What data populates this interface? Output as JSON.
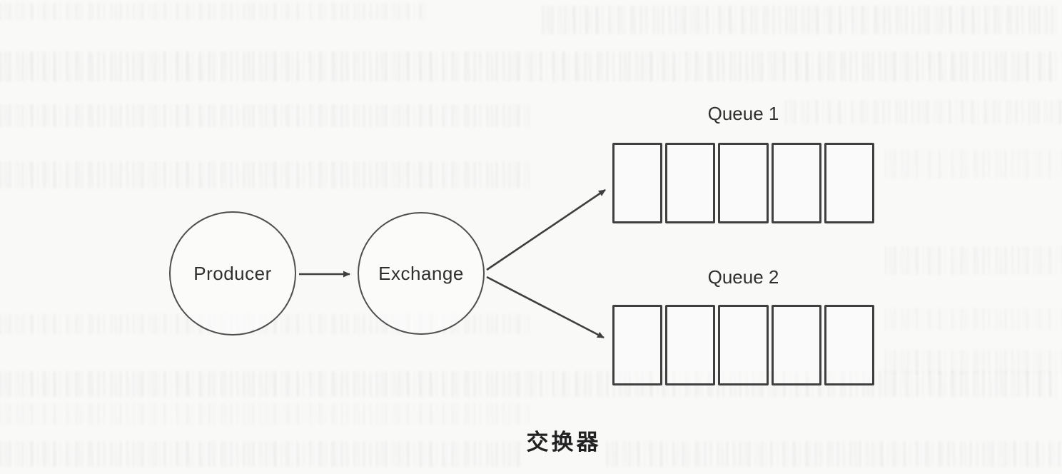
{
  "diagram": {
    "producer": {
      "label": "Producer"
    },
    "exchange": {
      "label": "Exchange"
    },
    "queues": [
      {
        "label": "Queue 1",
        "slots": 5
      },
      {
        "label": "Queue 2",
        "slots": 5
      }
    ],
    "caption": "交换器",
    "colors": {
      "node_stroke": "#4f4f4f",
      "slot_stroke": "#3f3f3f",
      "arrow": "#3f3f3f",
      "text": "#2f2f2f",
      "paper": "#f9f9f8"
    }
  }
}
